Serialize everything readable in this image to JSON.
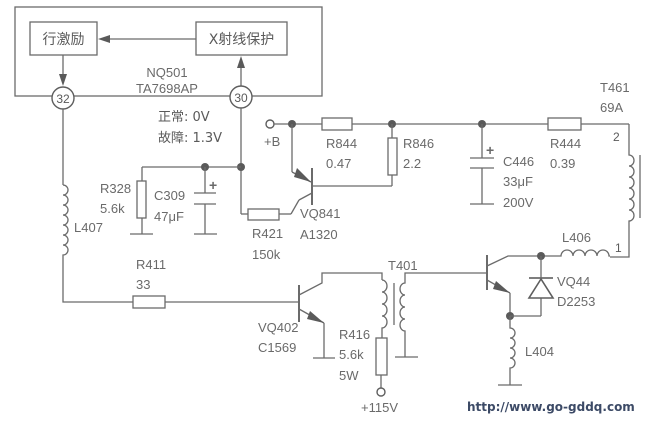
{
  "ic": {
    "ref": "NQ501",
    "part": "TA7698AP",
    "blocks": {
      "line_drive": "行激励",
      "xray_protect": "X射线保护"
    },
    "pins": {
      "p32": "32",
      "p30": "30"
    }
  },
  "pin30_voltage": {
    "normal": "正常: 0V",
    "fault": "故障: 1.3V"
  },
  "supply": {
    "plus_b": "+B",
    "plus_115v": "+115V"
  },
  "components": {
    "r328": {
      "ref": "R328",
      "value": "5.6k"
    },
    "c309": {
      "ref": "C309",
      "value": "47μF"
    },
    "r421": {
      "ref": "R421",
      "value": "150k"
    },
    "vq841": {
      "ref": "VQ841",
      "part": "A1320"
    },
    "r844": {
      "ref": "R844",
      "value": "0.47"
    },
    "r846": {
      "ref": "R846",
      "value": "2.2"
    },
    "c446": {
      "ref": "C446",
      "value": "33μF",
      "rating": "200V"
    },
    "r444": {
      "ref": "R444",
      "value": "0.39"
    },
    "t461": {
      "ref": "T461",
      "part": "69A",
      "pin2": "2",
      "pin1": "1"
    },
    "l407": {
      "ref": "L407"
    },
    "r411": {
      "ref": "R411",
      "value": "33"
    },
    "vq402": {
      "ref": "VQ402",
      "part": "C1569"
    },
    "r416": {
      "ref": "R416",
      "value": "5.6k",
      "rating": "5W"
    },
    "t401": {
      "ref": "T401"
    },
    "l406": {
      "ref": "L406"
    },
    "vq44": {
      "ref": "VQ44",
      "part": "D2253"
    },
    "l404": {
      "ref": "L404"
    }
  },
  "watermark": "http://www.go-gddq.com"
}
